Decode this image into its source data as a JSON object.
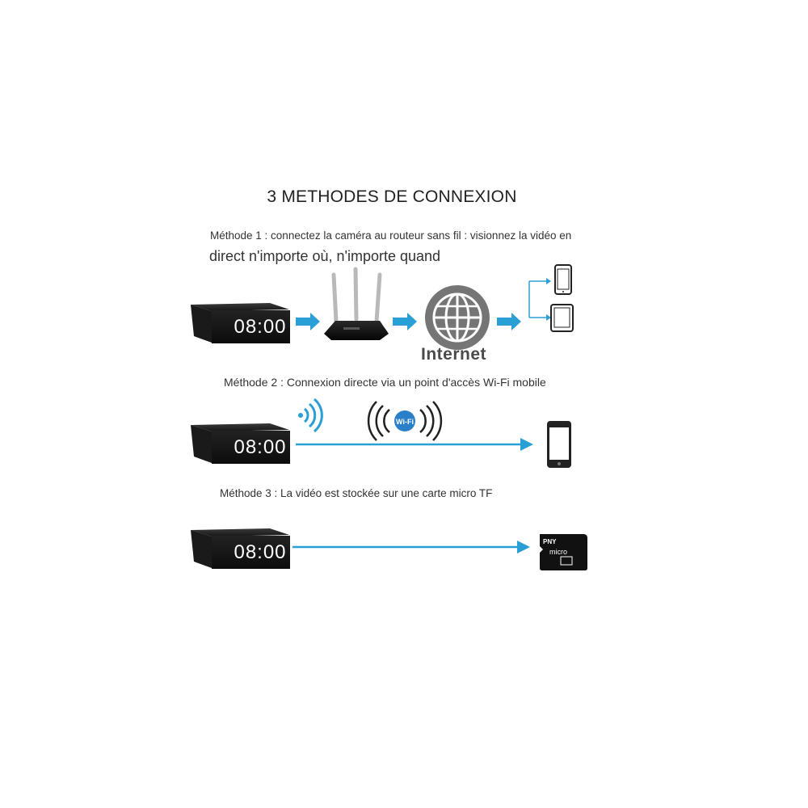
{
  "title": "3 METHODES DE CONNEXION",
  "method1": {
    "line1": "Méthode 1 : connectez la caméra au routeur sans fil : visionnez la vidéo en",
    "line2": "direct n'importe où, n'importe quand",
    "internet_label": "Internet"
  },
  "method2": {
    "text": "Méthode 2 : Connexion directe via un point d'accès Wi-Fi mobile",
    "wifi_badge": "Wi-Fi"
  },
  "method3": {
    "text": "Méthode 3 : La vidéo est stockée sur une carte micro TF",
    "card_brand": "PNY",
    "card_text": "micro"
  },
  "clock_display": "08:00",
  "colors": {
    "arrow": "#2a9fd6",
    "device": "#1c1c1c",
    "display": "#ffffff"
  }
}
